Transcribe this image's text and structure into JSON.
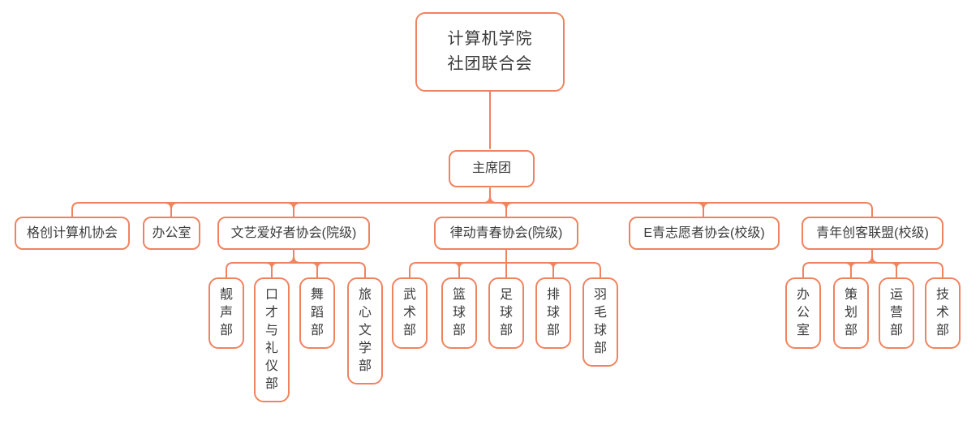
{
  "colors": {
    "accent": "#F0835F",
    "text": "#3B3B3B",
    "background": "#FFFFFF"
  },
  "org": {
    "root": {
      "label": "计算机学院\n社团联合会"
    },
    "presidium": {
      "label": "主席团"
    },
    "branches": [
      {
        "label": "格创计算机协会",
        "children": []
      },
      {
        "label": "办公室",
        "children": []
      },
      {
        "label": "文艺爱好者协会(院级)",
        "children": [
          "靓声部",
          "口才与礼仪部",
          "舞蹈部",
          "旅心文学部"
        ]
      },
      {
        "label": "律动青春协会(院级)",
        "children": [
          "武术部",
          "篮球部",
          "足球部",
          "排球部",
          "羽毛球部"
        ]
      },
      {
        "label": "E青志愿者协会(校级)",
        "children": []
      },
      {
        "label": "青年创客联盟(校级)",
        "children": [
          "办公室",
          "策划部",
          "运营部",
          "技术部"
        ]
      }
    ]
  }
}
